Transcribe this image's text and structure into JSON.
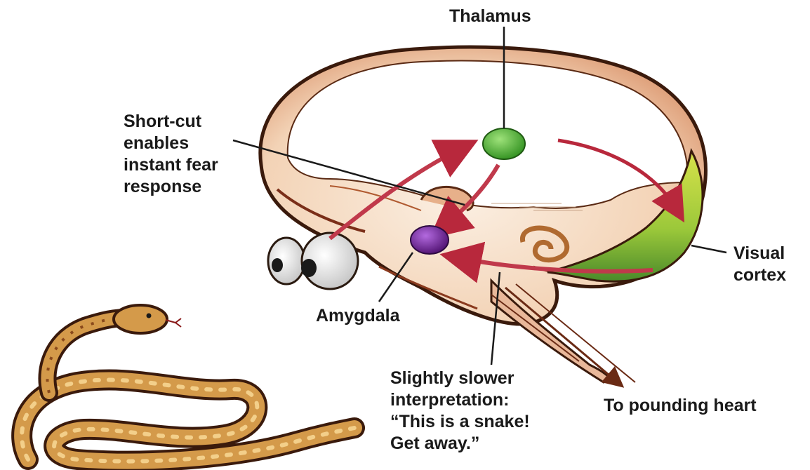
{
  "labels": {
    "thalamus": "Thalamus",
    "shortcut": [
      "Short-cut",
      "enables",
      "instant fear",
      "response"
    ],
    "amygdala": "Amygdala",
    "visual_cortex": [
      "Visual",
      "cortex"
    ],
    "slower": [
      "Slightly slower",
      "interpretation:",
      "“This is a snake!",
      "Get away.”"
    ],
    "heart": "To pounding heart"
  },
  "colors": {
    "thalamus_node": "#3fae2a",
    "amygdala_node": "#6a1d8c",
    "visual_cortex": "#b7d42a",
    "pathway_arrow": "#c0394b",
    "brain_fill": "#f6dcc4",
    "brain_outline": "#3a1a0c",
    "snake_body": "#d49a4a"
  }
}
